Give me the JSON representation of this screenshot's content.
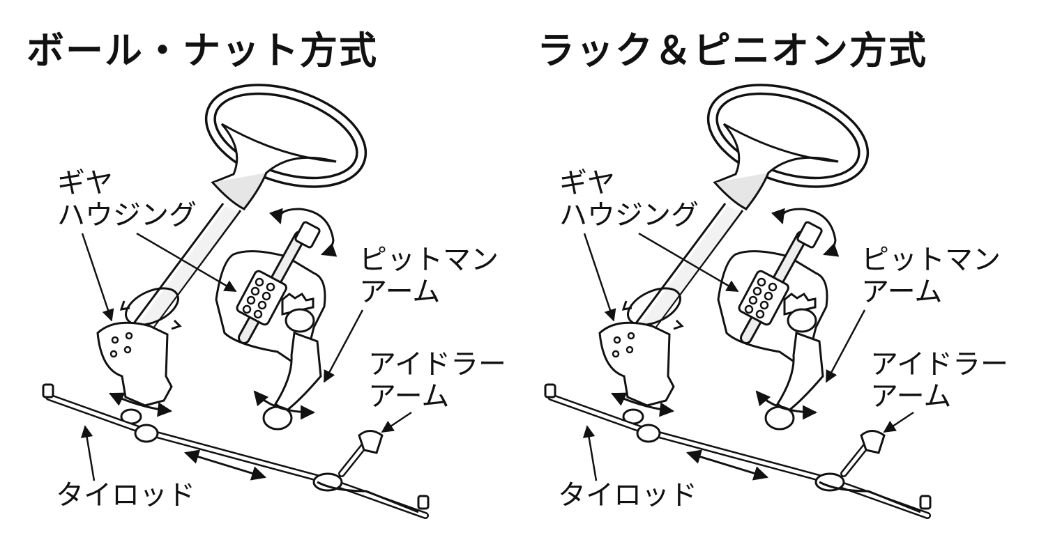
{
  "panels": [
    {
      "title": "ボール・ナット方式",
      "labels": {
        "gear_housing": [
          "ギヤ",
          "ハウジング"
        ],
        "pitman_arm": [
          "ピットマン",
          "アーム"
        ],
        "idler_arm": [
          "アイドラー",
          "アーム"
        ],
        "tie_rod": "タイロッド"
      }
    },
    {
      "title": "ラック＆ピニオン方式",
      "labels": {
        "gear_housing": [
          "ギヤ",
          "ハウジング"
        ],
        "pitman_arm": [
          "ピットマン",
          "アーム"
        ],
        "idler_arm": [
          "アイドラー",
          "アーム"
        ],
        "tie_rod": "タイロッド"
      }
    }
  ],
  "colors": {
    "line": "#111111",
    "fill": "#ffffff",
    "shade": "#d9d9d9"
  }
}
